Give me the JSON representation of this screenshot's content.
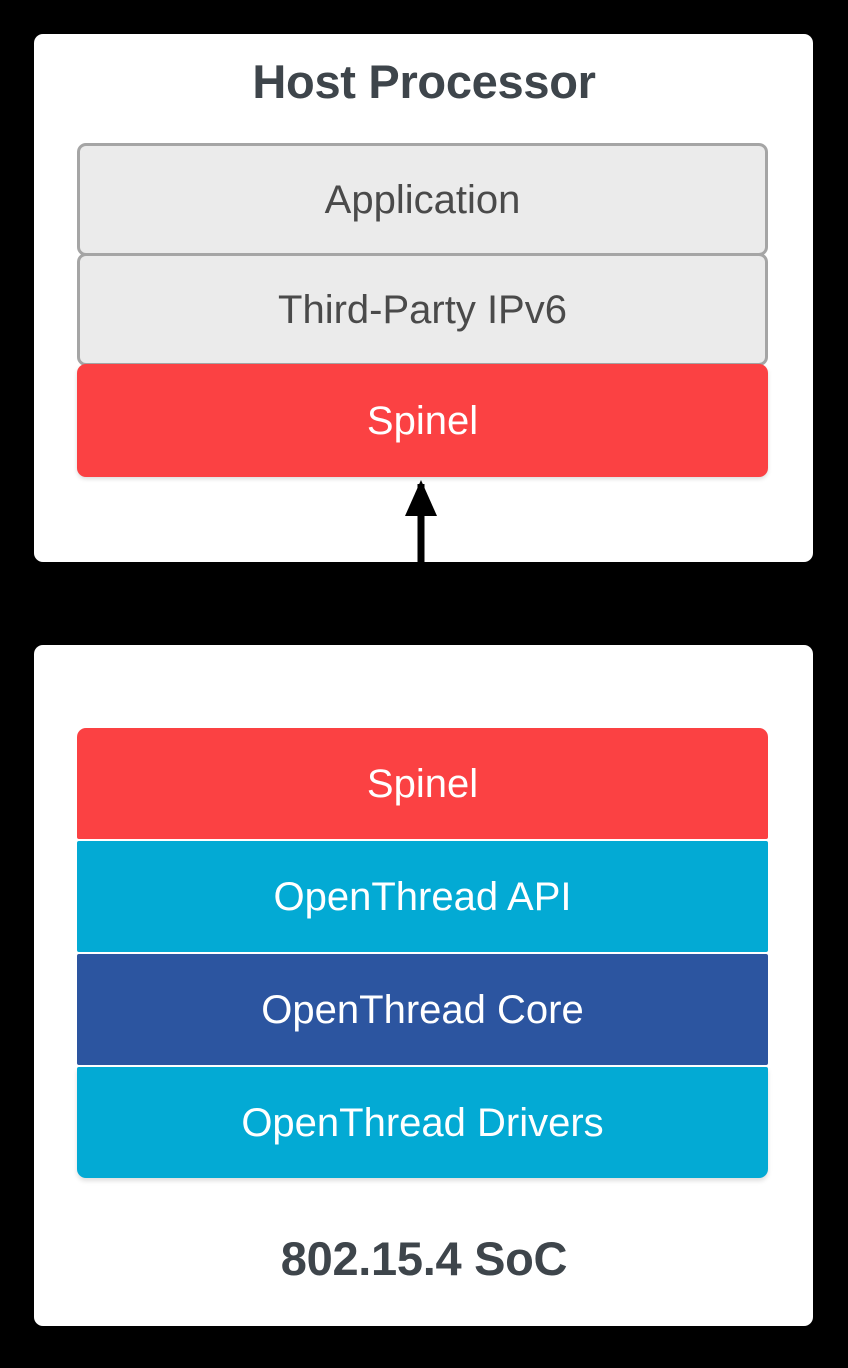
{
  "diagram": {
    "title": "OpenThread NCP / RCP architecture stack",
    "background_color": "#000000",
    "panel_color": "#ffffff",
    "colors": {
      "red": "#fb4143",
      "cyan": "#03aad4",
      "navy": "#2c55a0",
      "grey_fill": "#ebebeb",
      "grey_border": "#a5a5a5",
      "title_text": "#3e454b",
      "layer_text_light": "#ffffff",
      "layer_text_dark": "#4a4a4a",
      "arrow": "#000000"
    },
    "panels": [
      {
        "id": "host-processor",
        "title": "Host Processor",
        "title_position": "top",
        "layers": [
          {
            "label": "Application",
            "style": "grey"
          },
          {
            "label": "Third-Party IPv6",
            "style": "grey"
          },
          {
            "label": "Spinel",
            "style": "red"
          }
        ]
      },
      {
        "id": "soc",
        "title": "802.15.4 SoC",
        "title_position": "bottom",
        "layers": [
          {
            "label": "Spinel",
            "style": "red"
          },
          {
            "label": "OpenThread API",
            "style": "cyan"
          },
          {
            "label": "OpenThread Core",
            "style": "navy"
          },
          {
            "label": "OpenThread Drivers",
            "style": "cyan"
          }
        ]
      }
    ],
    "connector": {
      "type": "double-headed-arrow",
      "orientation": "vertical",
      "from": "Spinel (Host Processor)",
      "to": "Spinel (802.15.4 SoC)",
      "color": "#000000"
    }
  }
}
